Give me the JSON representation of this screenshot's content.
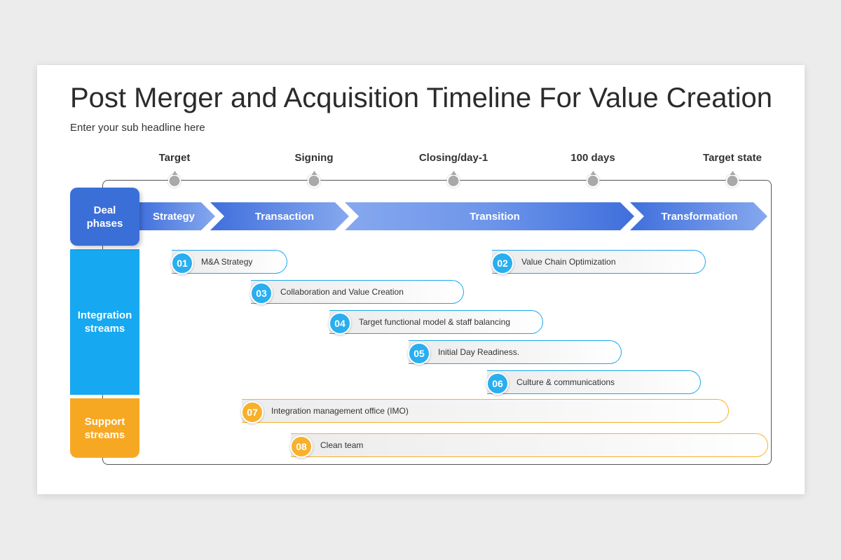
{
  "title": "Post Merger and Acquisition Timeline For Value Creation",
  "subtitle": "Enter your sub headline here",
  "milestones": [
    "Target",
    "Signing",
    "Closing/day-1",
    "100 days",
    "Target state"
  ],
  "rows": {
    "deal": "Deal phases",
    "integration": "Integration streams",
    "support": "Support streams"
  },
  "phases": [
    "Strategy",
    "Transaction",
    "Transition",
    "Transformation"
  ],
  "items": [
    {
      "num": "01",
      "label": "M&A Strategy",
      "stream": "integration"
    },
    {
      "num": "02",
      "label": "Value Chain Optimization",
      "stream": "integration"
    },
    {
      "num": "03",
      "label": "Collaboration and Value Creation",
      "stream": "integration"
    },
    {
      "num": "04",
      "label": "Target functional model & staff balancing",
      "stream": "integration"
    },
    {
      "num": "05",
      "label": "Initial Day Readiness.",
      "stream": "integration"
    },
    {
      "num": "06",
      "label": "Culture & communications",
      "stream": "integration"
    },
    {
      "num": "07",
      "label": "Integration management office (IMO)",
      "stream": "support"
    },
    {
      "num": "08",
      "label": "Clean team",
      "stream": "support"
    }
  ],
  "colors": {
    "deal": "#3b6fd8",
    "integration": "#16a8f0",
    "support": "#f7a823",
    "phase_arrow": "#4f80e3"
  }
}
